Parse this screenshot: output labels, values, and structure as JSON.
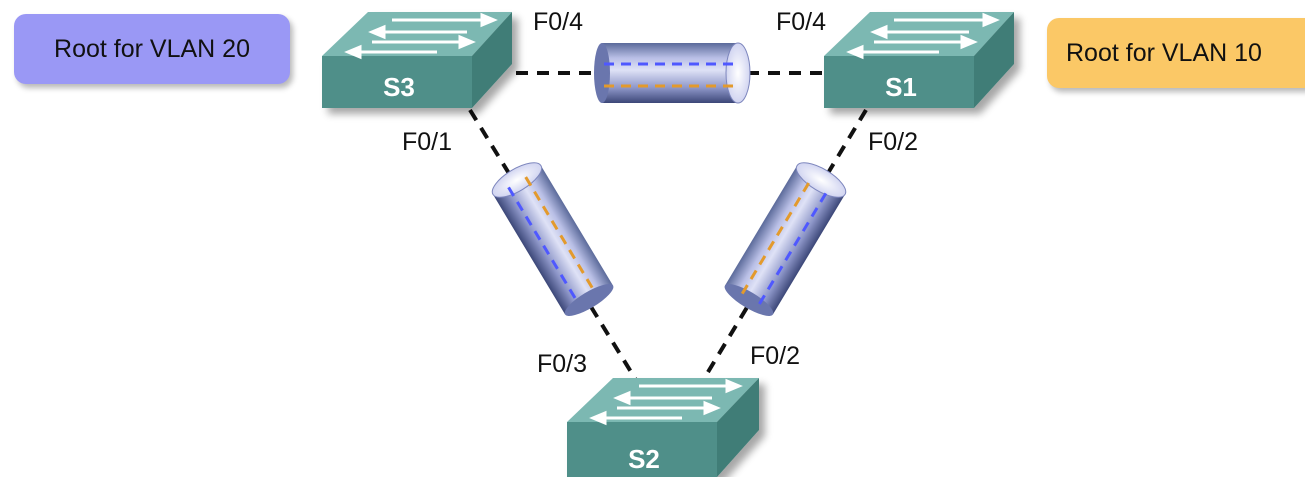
{
  "colors": {
    "vlan20": "#9a98f5",
    "vlan10": "#fbc866",
    "switch_top": "#7cb8b2",
    "switch_side": "#4f8f89",
    "switch_text": "#ffffff",
    "trunk_link": "#111111",
    "vlan20_line": "#4f58ff",
    "vlan10_line": "#e39a2c"
  },
  "root_labels": {
    "vlan20": "Root for VLAN 20",
    "vlan10": "Root for VLAN 10"
  },
  "switches": {
    "s1": "S1",
    "s2": "S2",
    "s3": "S3"
  },
  "ports": {
    "s3_f04": "F0/4",
    "s1_f04": "F0/4",
    "s3_f01": "F0/1",
    "s1_f02": "F0/2",
    "s2_f03": "F0/3",
    "s2_f02": "F0/2"
  },
  "links": [
    {
      "from": "S3",
      "from_port": "F0/4",
      "to": "S1",
      "to_port": "F0/4",
      "type": "trunk"
    },
    {
      "from": "S3",
      "from_port": "F0/1",
      "to": "S2",
      "to_port": "F0/3",
      "type": "trunk"
    },
    {
      "from": "S1",
      "from_port": "F0/2",
      "to": "S2",
      "to_port": "F0/2",
      "type": "trunk"
    }
  ]
}
